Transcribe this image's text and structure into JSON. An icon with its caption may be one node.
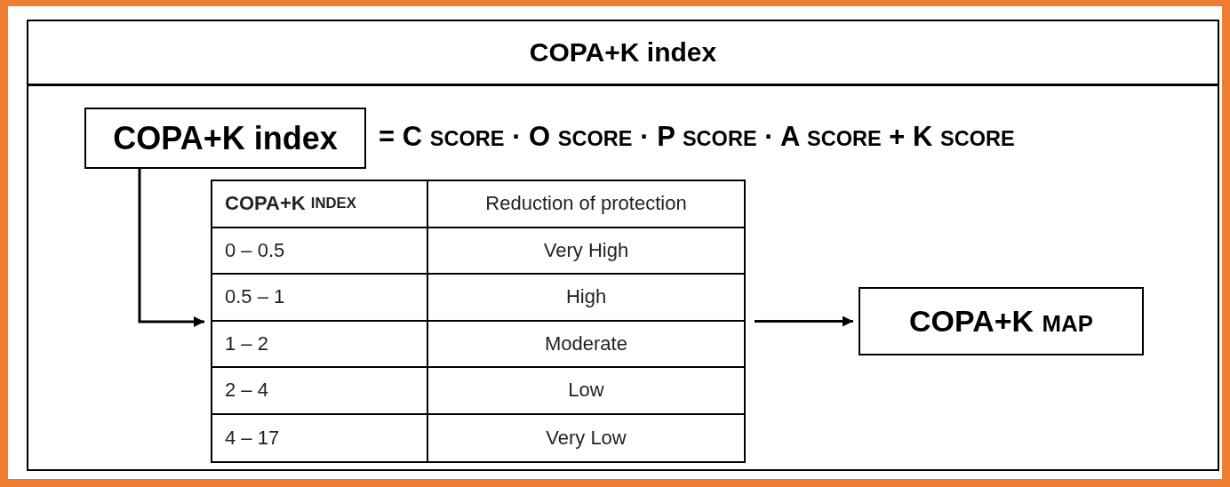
{
  "diagram": {
    "title": "COPA+K index",
    "nodes": [
      {
        "text": [
          "COPA+K index"
        ]
      },
      {
        "text": [
          "COPA+K INDEX",
          "Reduction of protection",
          "0 – 0.5",
          "Very High",
          "0.5 – 1",
          "High",
          "1 – 2",
          "Moderate",
          "2 – 4",
          "Low",
          "4 – 17",
          "Very Low"
        ]
      },
      {
        "text": [
          "COPA+K MAP"
        ]
      }
    ],
    "edges": [
      {
        "from": 0,
        "to": 1,
        "arrow": "to"
      },
      {
        "from": 1,
        "to": 2,
        "arrow": "to"
      }
    ],
    "labels": [
      "= C SCORE · O SCORE · P SCORE · A SCORE + K SCORE"
    ]
  }
}
